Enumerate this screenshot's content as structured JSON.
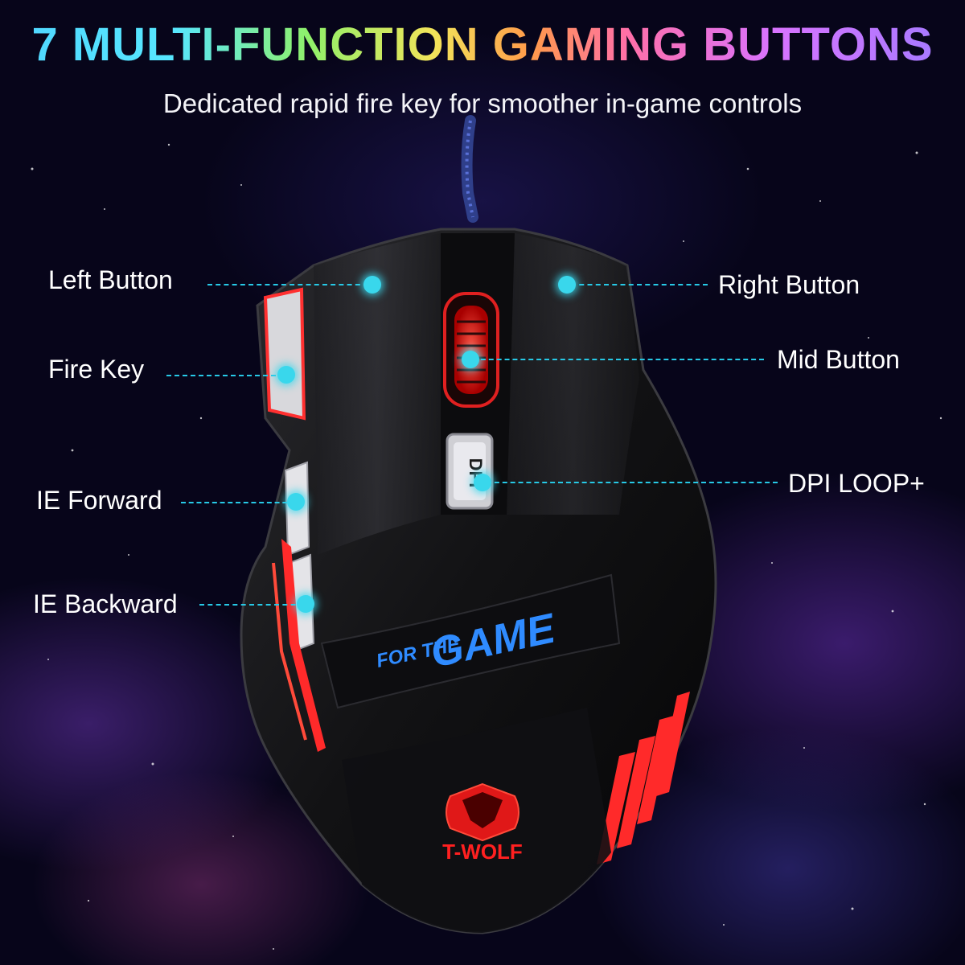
{
  "headline": "7 MULTI-FUNCTION GAMING BUTTONS",
  "subtitle": "Dedicated rapid fire key for smoother in-game controls",
  "callouts": {
    "left_button": "Left Button",
    "right_button": "Right Button",
    "fire_key": "Fire Key",
    "mid_button": "Mid Button",
    "ie_forward": "IE Forward",
    "dpi_loop": "DPI LOOP+",
    "ie_backward": "IE Backward"
  },
  "mouse": {
    "dpi_key_label": "DPI",
    "panel_line1": "FOR THE",
    "panel_line2": "GAME",
    "brand": "T-WOLF"
  },
  "colors": {
    "accent_dot": "#39d7ec",
    "led_red": "#ff2a2a",
    "panel_blue": "#2f8bff",
    "shell": "#141416"
  }
}
